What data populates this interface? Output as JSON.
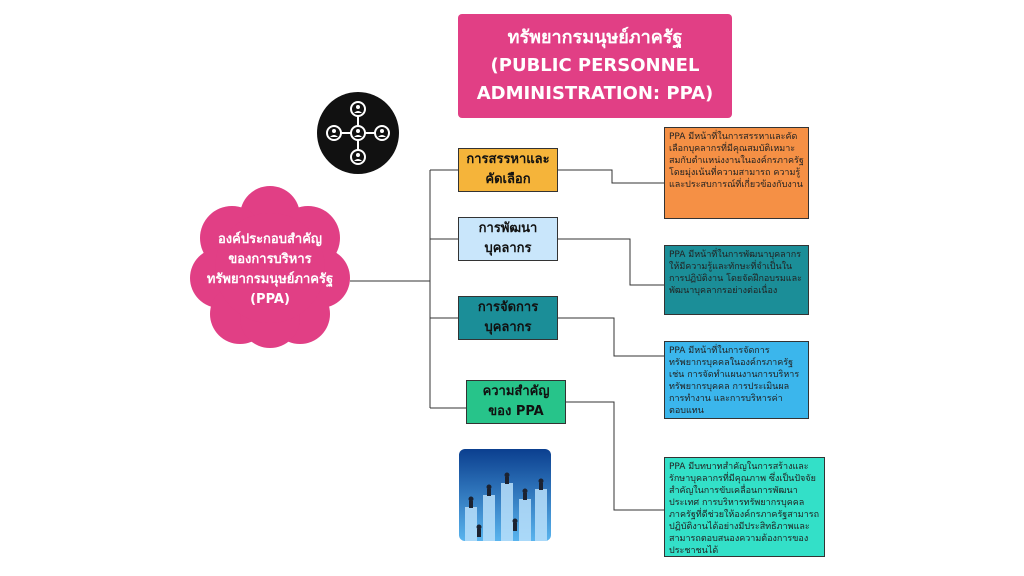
{
  "title": {
    "line1": "ทรัพยากรมนุษย์ภาครัฐ",
    "line2": "(PUBLIC PERSONNEL",
    "line3": "ADMINISTRATION: PPA)"
  },
  "central": {
    "line1": "องค์ประกอบสำคัญ",
    "line2": "ของการบริหาร",
    "line3": "ทรัพยากรมนุษย์ภาครัฐ",
    "line4": "(PPA)"
  },
  "nodes": [
    {
      "line1": "การสรรหาและ",
      "line2": "คัดเลือก"
    },
    {
      "line1": "การพัฒนา",
      "line2": "บุคลากร"
    },
    {
      "line1": "การจัดการ",
      "line2": "บุคลากร"
    },
    {
      "line1": "ความสำคัญ",
      "line2": "ของ PPA"
    }
  ],
  "descriptions": [
    "PPA มีหน้าที่ในการสรรหาและคัดเลือกบุคลากรที่มีคุณสมบัติเหมาะสมกับตำแหน่งงานในองค์กรภาครัฐ โดยมุ่งเน้นที่ความสามารถ ความรู้ และประสบการณ์ที่เกี่ยวข้องกับงาน",
    "PPA มีหน้าที่ในการพัฒนาบุคลากรให้มีความรู้และทักษะที่จำเป็นในการปฏิบัติงาน โดยจัดฝึกอบรมและพัฒนาบุคลากรอย่างต่อเนื่อง",
    "PPA มีหน้าที่ในการจัดการทรัพยากรบุคคลในองค์กรภาครัฐ เช่น การจัดทำแผนงานการบริหารทรัพยากรบุคคล การประเมินผลการทำงาน และการบริหารค่าตอบแทน",
    "PPA มีบทบาทสำคัญในการสร้างและรักษาบุคลากรที่มีคุณภาพ ซึ่งเป็นปัจจัยสำคัญในการขับเคลื่อนการพัฒนาประเทศ การบริหารทรัพยากรบุคคลภาครัฐที่ดีช่วยให้องค์กรภาครัฐสามารถปฏิบัติงานได้อย่างมีประสิทธิภาพและสามารถตอบสนองความต้องการของประชาชนได้"
  ],
  "icons": {
    "people": "people-network-icon",
    "photo": "business-people-photo"
  },
  "colors": {
    "title_bg": "#e13f85",
    "cloud": "#e13f85",
    "node1": "#f5b43a",
    "node2": "#c9e6fb",
    "node3": "#1b8e98",
    "node4": "#27c48a",
    "desc1": "#f59045",
    "desc2": "#1b8e98",
    "desc3": "#3bb6ec",
    "desc4": "#33e0c8"
  }
}
